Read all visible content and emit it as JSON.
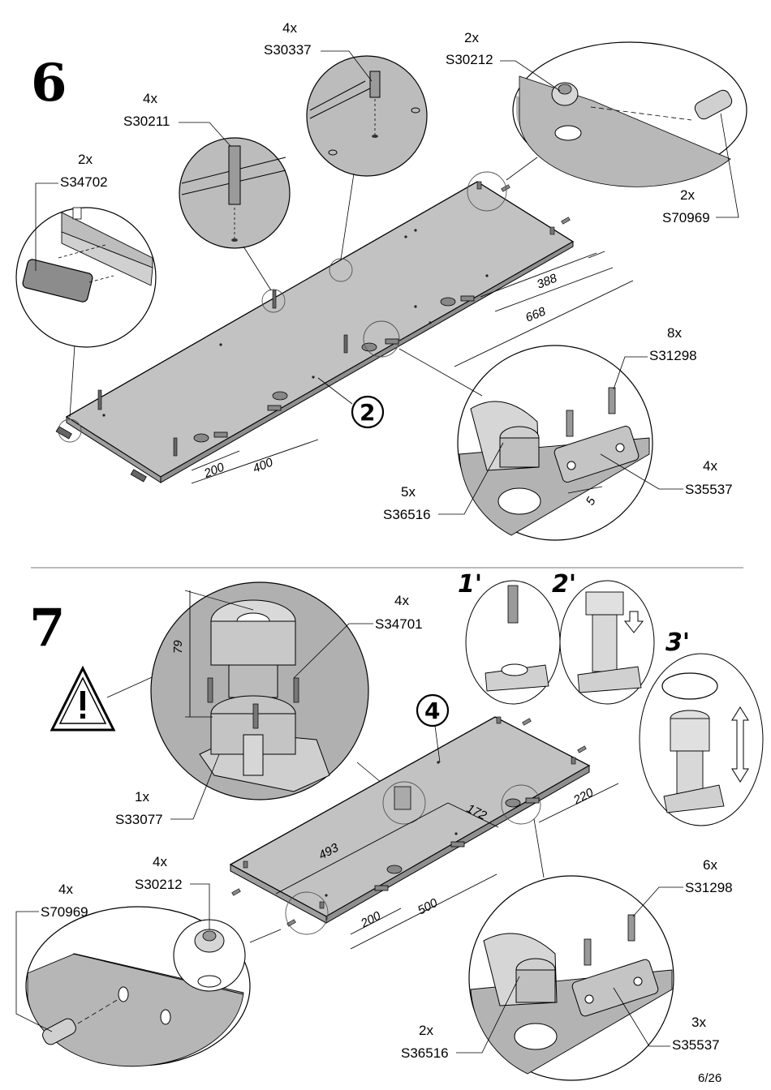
{
  "page_number": "6/26",
  "colors": {
    "board": "#bdbdbd",
    "detail_fill": "#b3b3b3",
    "line": "#000000"
  },
  "step6": {
    "number": "6",
    "panel_number": "2",
    "parts": [
      {
        "qty": "4x",
        "code": "S30337"
      },
      {
        "qty": "2x",
        "code": "S30212"
      },
      {
        "qty": "4x",
        "code": "S30211"
      },
      {
        "qty": "2x",
        "code": "S34702"
      },
      {
        "qty": "2x",
        "code": "S70969"
      },
      {
        "qty": "8x",
        "code": "S31298"
      },
      {
        "qty": "4x",
        "code": "S35537"
      },
      {
        "qty": "5x",
        "code": "S36516"
      }
    ],
    "dimensions": [
      "388",
      "668",
      "200",
      "400",
      "5"
    ]
  },
  "step7": {
    "number": "7",
    "panel_number": "4",
    "substeps": [
      "1'",
      "2'",
      "3'"
    ],
    "height_dim": "79",
    "parts": [
      {
        "qty": "4x",
        "code": "S34701"
      },
      {
        "qty": "1x",
        "code": "S33077"
      },
      {
        "qty": "4x",
        "code": "S30212"
      },
      {
        "qty": "4x",
        "code": "S70969"
      },
      {
        "qty": "6x",
        "code": "S31298"
      },
      {
        "qty": "2x",
        "code": "S36516"
      },
      {
        "qty": "3x",
        "code": "S35537"
      }
    ],
    "dimensions": [
      "493",
      "172",
      "220",
      "200",
      "500"
    ]
  }
}
